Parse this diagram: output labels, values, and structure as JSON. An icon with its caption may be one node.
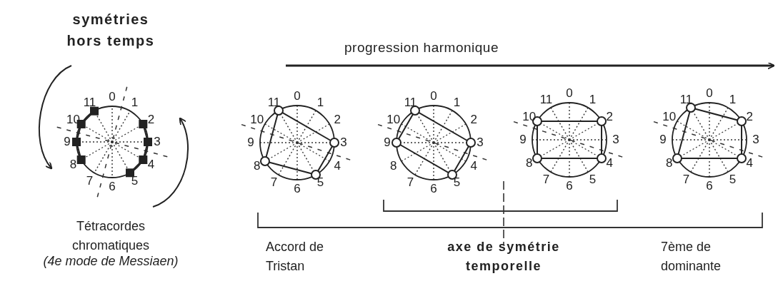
{
  "diagram": {
    "labels": [
      "symétries hors temps",
      "progression harmonique",
      "0",
      "1",
      "2",
      "3",
      "4",
      "5",
      "6",
      "7",
      "8",
      "9",
      "10",
      "11",
      "0",
      "1",
      "2",
      "3",
      "4",
      "5",
      "6",
      "7",
      "8",
      "9",
      "10",
      "11",
      "0",
      "1",
      "2",
      "3",
      "4",
      "5",
      "6",
      "7",
      "8",
      "9",
      "10",
      "11",
      "0",
      "1",
      "2",
      "3",
      "4",
      "5",
      "6",
      "7",
      "8",
      "9",
      "10",
      "11",
      "0",
      "1",
      "2",
      "3",
      "4",
      "5",
      "6",
      "7",
      "8",
      "9",
      "10",
      "11",
      "Tétracordes chromatiques",
      "(4e mode de Messiaen)",
      "Accord de Tristan",
      "axe de symétrie temporelle",
      "7ème de dominante"
    ]
  }
}
